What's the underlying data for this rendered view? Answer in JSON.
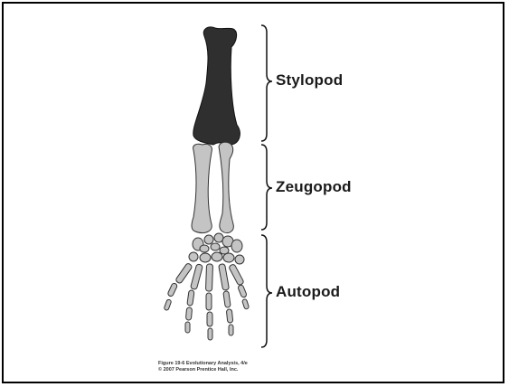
{
  "labels": {
    "stylopod": "Stylopod",
    "zeugopod": "Zeugopod",
    "autopod": "Autopod"
  },
  "caption": {
    "line1": "Figure 19-6  Evolutionary Analysis, 4/e",
    "line2": "© 2007 Pearson Prentice Hall, Inc."
  },
  "colors": {
    "stylopod_bone": "#2f2f2f",
    "lower_bones": "#c4c4c4",
    "outline": "#333333"
  }
}
